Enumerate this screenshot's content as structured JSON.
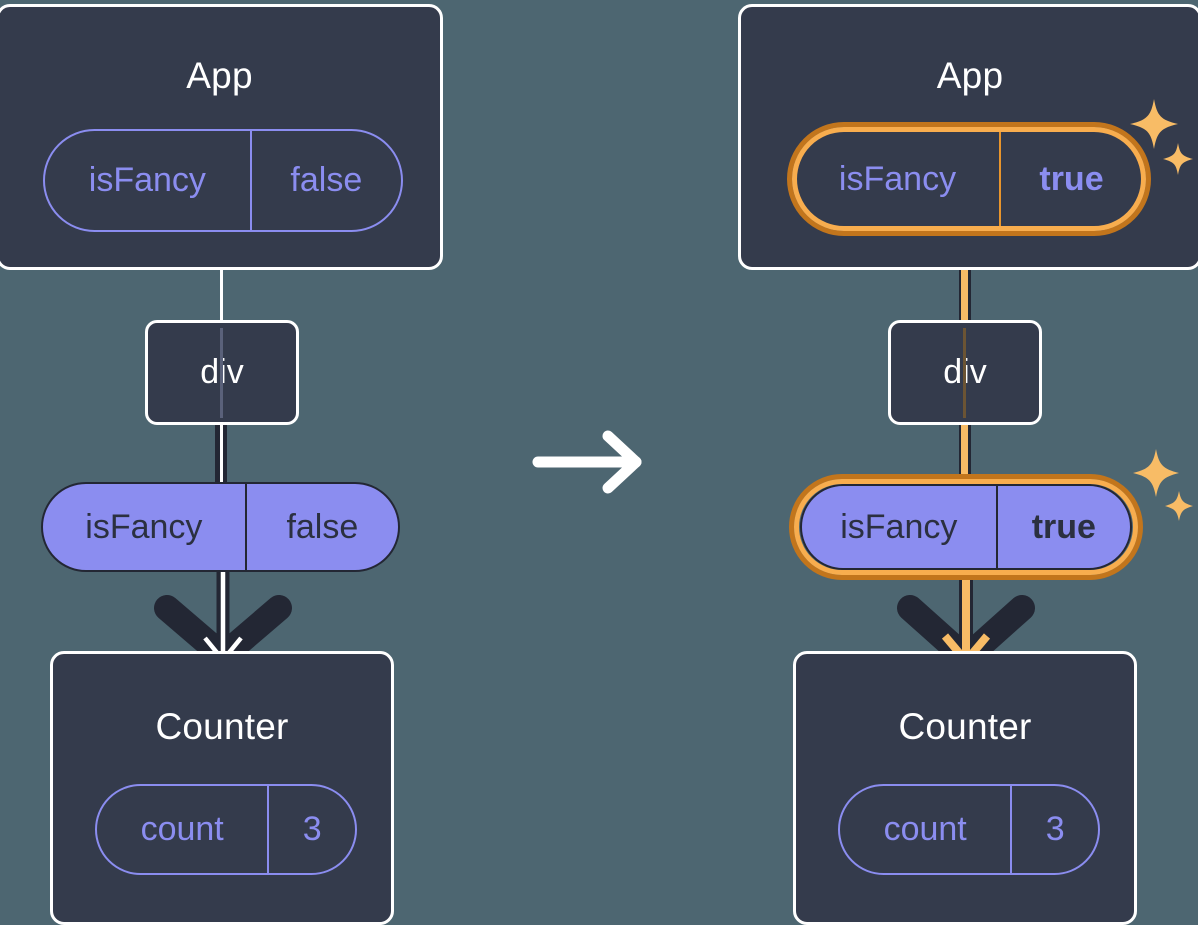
{
  "diagram": {
    "type": "react-state-propagation",
    "title": "",
    "colors": {
      "background": "#4d6671",
      "panel": "#343b4c",
      "panel_border": "#ffffff",
      "pill_purple": "#8b8df0",
      "pill_text_dark": "#2b3040",
      "highlight_outer": "#c2751c",
      "highlight_inner": "#f8ad4e",
      "sparkle": "#f8bc66",
      "wire_dark": "#232734"
    },
    "transition_arrow_icon": "arrow-right-icon"
  },
  "before": {
    "app": {
      "title": "App",
      "prop": {
        "name": "isFancy",
        "value": "false",
        "highlighted": false
      }
    },
    "div": {
      "label": "div"
    },
    "prop_pill": {
      "name": "isFancy",
      "value": "false",
      "highlighted": false
    },
    "counter": {
      "title": "Counter",
      "state": {
        "name": "count",
        "value": "3"
      }
    }
  },
  "after": {
    "app": {
      "title": "App",
      "prop": {
        "name": "isFancy",
        "value": "true",
        "highlighted": true
      },
      "sparkle_icon": "sparkles-icon"
    },
    "div": {
      "label": "div"
    },
    "prop_pill": {
      "name": "isFancy",
      "value": "true",
      "highlighted": true,
      "sparkle_icon": "sparkles-icon"
    },
    "counter": {
      "title": "Counter",
      "state": {
        "name": "count",
        "value": "3"
      }
    }
  }
}
